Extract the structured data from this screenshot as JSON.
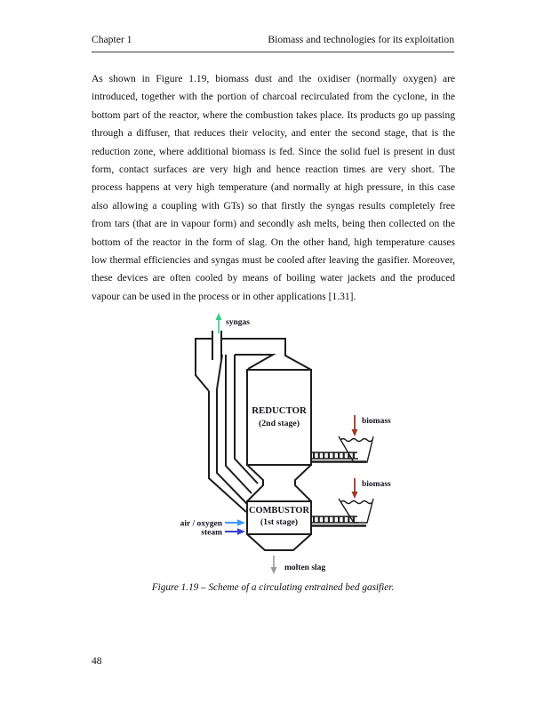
{
  "header": {
    "left": "Chapter 1",
    "right": "Biomass and technologies for its exploitation"
  },
  "body": {
    "paragraph": "As shown in Figure 1.19, biomass dust and the oxidiser (normally oxygen) are introduced, together with the portion of charcoal recirculated from the cyclone, in the bottom part of the reactor, where the combustion takes place. Its products go up passing through a diffuser, that reduces their velocity, and enter the second stage, that is the reduction zone, where additional biomass is fed. Since the solid fuel is present in dust form, contact surfaces are very high and hence reaction times are very short. The process happens at very high temperature (and normally at high pressure, in this case also allowing a coupling with GTs) so that firstly the syngas results completely free from tars (that are in vapour form) and secondly ash melts, being then collected on the bottom of the reactor in the form of slag. On the other hand, high temperature causes low thermal efficiencies and syngas must be cooled after leaving the gasifier. Moreover, these devices are often cooled by means of boiling water jackets and the produced vapour can be used in the process or in other applications [1.31]."
  },
  "figure": {
    "caption": "Figure 1.19 – Scheme of a circulating entrained bed gasifier.",
    "labels": {
      "syngas": "syngas",
      "reductor_line1": "REDUCTOR",
      "reductor_line2": "(2nd stage)",
      "combustor_line1": "COMBUSTOR",
      "combustor_line2": "(1st stage)",
      "biomass_top": "biomass",
      "biomass_bottom": "biomass",
      "air_oxygen": "air / oxygen",
      "steam": "steam",
      "molten_slag": "molten slag"
    },
    "colors": {
      "syngas_arrow": "#2fcf87",
      "biomass_arrow": "#a0351f",
      "air_arrow": "#3d9bff",
      "steam_arrow": "#3a3fd0",
      "slag_arrow": "#9a9a9a"
    }
  },
  "footer": {
    "page_number": "48"
  }
}
